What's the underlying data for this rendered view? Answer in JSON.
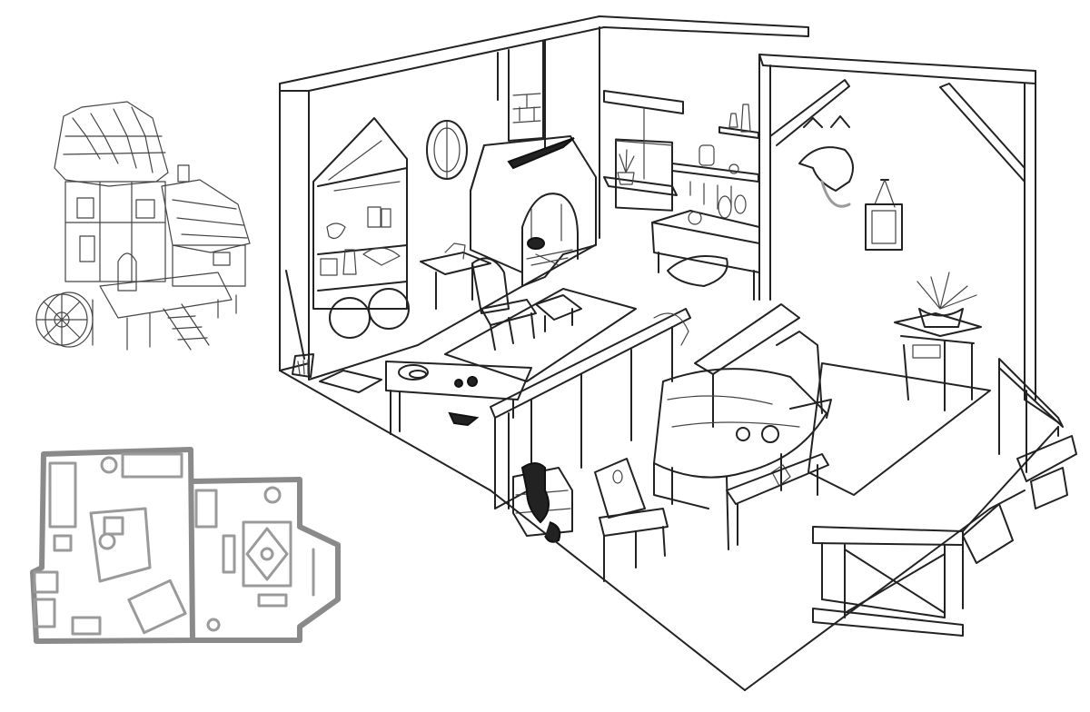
{
  "image": {
    "description_free": true,
    "palette": {
      "ink": "#222222",
      "paper": "#ffffff",
      "shade": "#8a8a8a"
    },
    "panels": [
      {
        "id": "house-exterior-sketch",
        "icon": "house-icon"
      },
      {
        "id": "floor-plan-sketch",
        "icon": "floor-plan-icon"
      },
      {
        "id": "interior-cutaway-sketch",
        "icon": "room-icon"
      }
    ]
  }
}
